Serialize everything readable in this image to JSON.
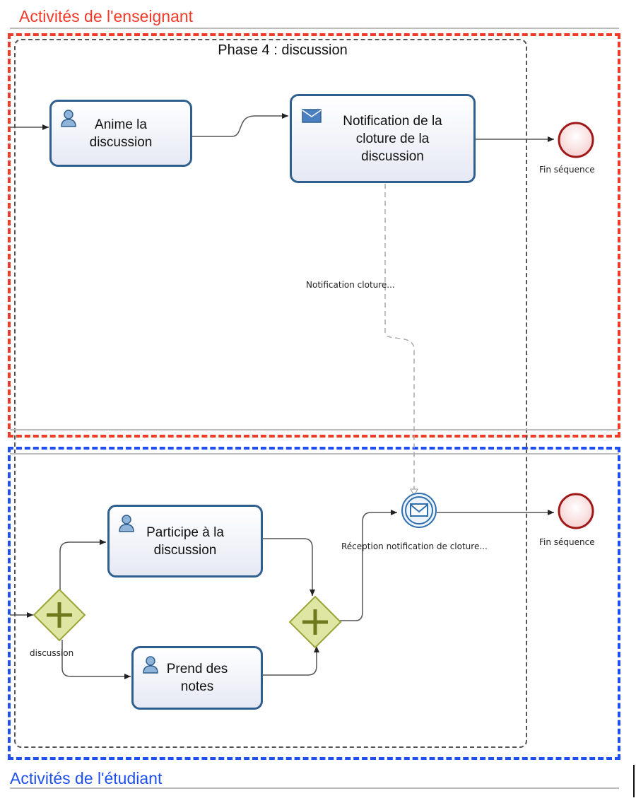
{
  "lanes": {
    "teacher": {
      "title": "Activités de l'enseignant",
      "color": "#f03a2a"
    },
    "student": {
      "title": "Activités de l'étudiant",
      "color": "#1f4ff0"
    }
  },
  "phase": {
    "title": "Phase 4 : discussion"
  },
  "tasks": {
    "anime": {
      "label": "Anime la\ndiscussion",
      "icon": "user-icon"
    },
    "notification": {
      "label": "Notification de la\ncloture de la\ndiscussion",
      "icon": "envelope-icon"
    },
    "participe": {
      "label": "Participe à la\ndiscussion",
      "icon": "user-icon"
    },
    "prend": {
      "label": "Prend des\nnotes",
      "icon": "user-icon"
    }
  },
  "events": {
    "end_teacher": {
      "label": "Fin séquence"
    },
    "end_student": {
      "label": "Fin séquence"
    },
    "message_catch": {
      "label": "Réception notification de cloture..."
    }
  },
  "gateways": {
    "split": {
      "label": "discussion"
    }
  },
  "message_flow": {
    "label": "Notification cloture..."
  },
  "colors": {
    "task_border": "#2f5f8f",
    "end_event": "#a01818",
    "gateway_fill": "#dfe6a3",
    "gateway_border": "#9aa43a"
  }
}
